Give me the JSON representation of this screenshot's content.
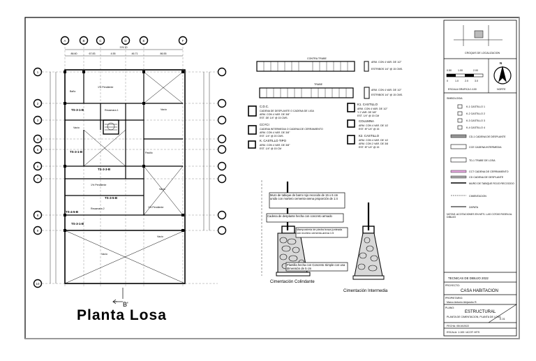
{
  "title_block": {
    "location_label": "CROQUIS DE LOCALIZACION",
    "scale_values_top": [
      "0.50",
      "1.00",
      "2.00"
    ],
    "scale_values_bottom": [
      "0",
      "1.0",
      "2.0",
      "3.0"
    ],
    "scale_label": "ESCALA GRAFICA 1:100",
    "north_label": "NORTE",
    "simbologia_label": "SIMBOLOGIA",
    "legend_items": [
      "K-1 CASTILLO 1",
      "K-2 CASTILLO 2",
      "K-3 CASTILLO 3",
      "K-4 CASTILLO 4",
      "CD-1 CADENA DE DESPLANTE",
      "CCE CADENA INTERMEDIA",
      "TD-1 TRABE DE LOSA",
      "CCT CADENA DE CERRAMIENTO",
      "CD CADENA DE DESPLANTE",
      "MURO DE TABIQUE ROJO RECOCIDO",
      "CIMENTACION",
      "ZAPATA"
    ],
    "legend_notes": "NOTAS: ACOTACIONES EN MTS. LAS COTAS RIGEN AL DIBUJO",
    "school": "TECNICAS DE DIBUJO 2022",
    "project_label": "PROYECTO:",
    "project": "CASA HABITACION",
    "owner_label": "PROPIETARIO:",
    "owner": "Marco Antonio Alejandro R.",
    "plan_label": "PLANO:",
    "plan": "ESTRUCTURAL",
    "plan_subtitle": "PLANTA DE CIMENTACION, PLANTA DE LOSA",
    "dates": "FECHA: 05/10/2022",
    "footer": "ESCALA: 1:100 / ACOT: MTS",
    "sheet_no": "E-01"
  },
  "plan": {
    "title": "Planta Losa",
    "section_marker": "B'",
    "grid_columns": [
      "A",
      "B",
      "C",
      "D",
      "E",
      "F"
    ],
    "grid_rows": [
      "1",
      "2",
      "3",
      "4",
      "5",
      "6",
      "7",
      "8",
      "9",
      "10"
    ],
    "dims_top": [
      "86.60",
      "67.83",
      "4.55",
      "46.71",
      "86.55"
    ],
    "dim_total": "376.70",
    "beams": [
      "TS-3-1-B",
      "TS-3-1-B",
      "TS-3-3-B",
      "TS-4-5-B",
      "TS-3-1-B",
      "TS-3-5-B"
    ],
    "labels": [
      "Vacío",
      "Vacío",
      "Vacío",
      "Vacío",
      "1% Pendiente",
      "1% Pendiente",
      "1% Pendiente",
      "Baño",
      "Recamara 1",
      "Recamara 2",
      "Pasillo",
      "Vacío"
    ]
  },
  "details": {
    "trabe_top_label": "CONTRA TRABE",
    "trabe_label": "TRABE",
    "trabe_note_1": "ARM. CON 4 VAR. DE 1/2\"",
    "trabe_note_2": "ESTRIBOS 1/4\" @ 15 CMS.",
    "cadena_items": [
      {
        "code": "C.D.C.",
        "lines": [
          "CADENA DE DESPLANTE O CADENA DE LIGA",
          "ARM. CON 4 VAR. DE 3/8\"",
          "EST. DE 1/4\" @ 15 CMS."
        ]
      },
      {
        "code": "CCYCI",
        "lines": [
          "CADENA INTERMEDIA O CADENA DE CERRAMIENTO",
          "ARM. CON 4 VAR. DE 3/8\"",
          "EST. 1/4\" @ 20 CMS."
        ]
      },
      {
        "code": "K.   CASTILLO TIPO",
        "lines": [
          "ARM. CON 4 VAR. DE 3/8\"",
          "EST. 1/4\" @ 15 CM"
        ]
      }
    ],
    "castillo_items": [
      {
        "code": "K1.  CASTILLO",
        "lines": [
          "ARM. CON 4 VAR. DE 1/2\"",
          "Y 2 VAR. DE 3/8\"",
          "EST. 1/4\" @ 15 CM"
        ]
      },
      {
        "code": "COLUMNA",
        "lines": [
          "ARM. CON 4 VAR. DE 1/2",
          "EST. Nº 1/4\" @ 15"
        ]
      },
      {
        "code": "K2.  CASTILLO",
        "lines": [
          "ARM. CON 4 VAR. DE 1/2",
          "ARM. CON 2 VAR. DE 3/8",
          "EST. Nº 1/4\" @ 15"
        ]
      }
    ],
    "footing_note_1": "Muro de tabique de barro rojo recocido de 15 x 6 cm unido con mortero cemento-arena proporción de 1:4",
    "footing_note_2": "Cadena de desplante hecha con concreto armado",
    "footing_note_3": "Plantilla hecha con Concreto Simple con una dimensión de 5 cm",
    "footing_inner_note": "Mampostería de piedra braza junteada con mortero cemento-arena 1:5",
    "caption_left": "Cimentación Colindante",
    "caption_right": "Cimentación Intermedia"
  }
}
